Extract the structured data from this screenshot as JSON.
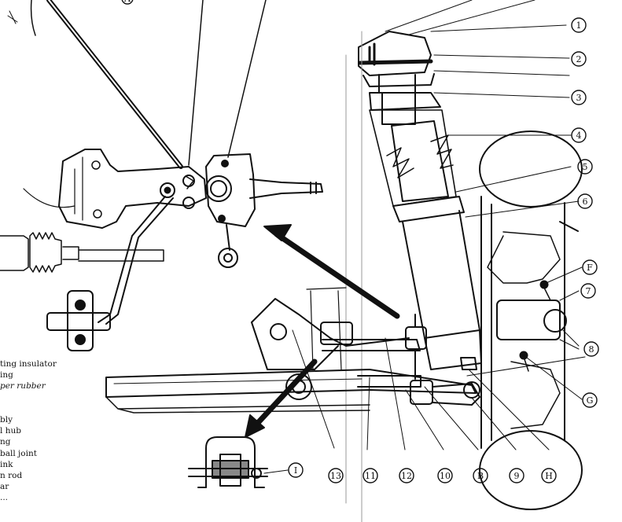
{
  "callouts": {
    "c1": "1",
    "c2": "2",
    "c3": "3",
    "c4": "4",
    "c5": "5",
    "c6": "6",
    "c7": "7",
    "c8": "8",
    "c9": "9",
    "c10": "10",
    "c11": "11",
    "c12": "12",
    "c13": "13",
    "cA": "A",
    "cB": "B",
    "cF": "F",
    "cG": "G",
    "cH": "H",
    "cI": "I"
  },
  "legend": [
    "ting insulator",
    "ing",
    "per rubber",
    "",
    "",
    "bly",
    "l hub",
    "ng",
    "ball joint",
    "ink",
    "n rod",
    "ar",
    "..."
  ]
}
